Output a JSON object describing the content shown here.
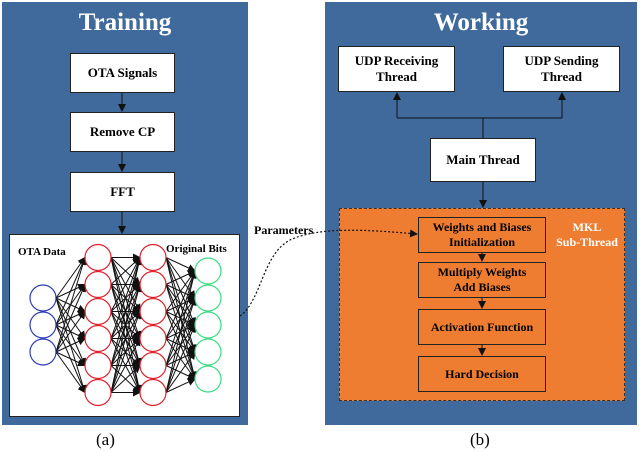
{
  "training": {
    "title": "Training",
    "steps": [
      "OTA Signals",
      "Remove CP",
      "FFT"
    ],
    "nn": {
      "input_label": "OTA Data",
      "output_label": "Original Bits",
      "layers": [
        3,
        6,
        6,
        5
      ]
    }
  },
  "connector_label": "Parameters",
  "working": {
    "title": "Working",
    "udp_receiving": "UDP Receiving\nThread",
    "udp_sending": "UDP Sending\nThread",
    "main_thread": "Main Thread",
    "mkl_label": "MKL\nSub-Thread",
    "mkl_steps": [
      "Weights and Biases\nInitialization",
      "Multiply Weights\nAdd Biases",
      "Activation Function",
      "Hard Decision"
    ]
  },
  "captions": {
    "left": "(a)",
    "right": "(b)"
  },
  "colors": {
    "panel": "#3f6a9b",
    "orange": "#ee7d31",
    "input_nodes": "#2e3cb8",
    "hidden_nodes": "#e0202c",
    "output_nodes": "#3ddc84"
  }
}
